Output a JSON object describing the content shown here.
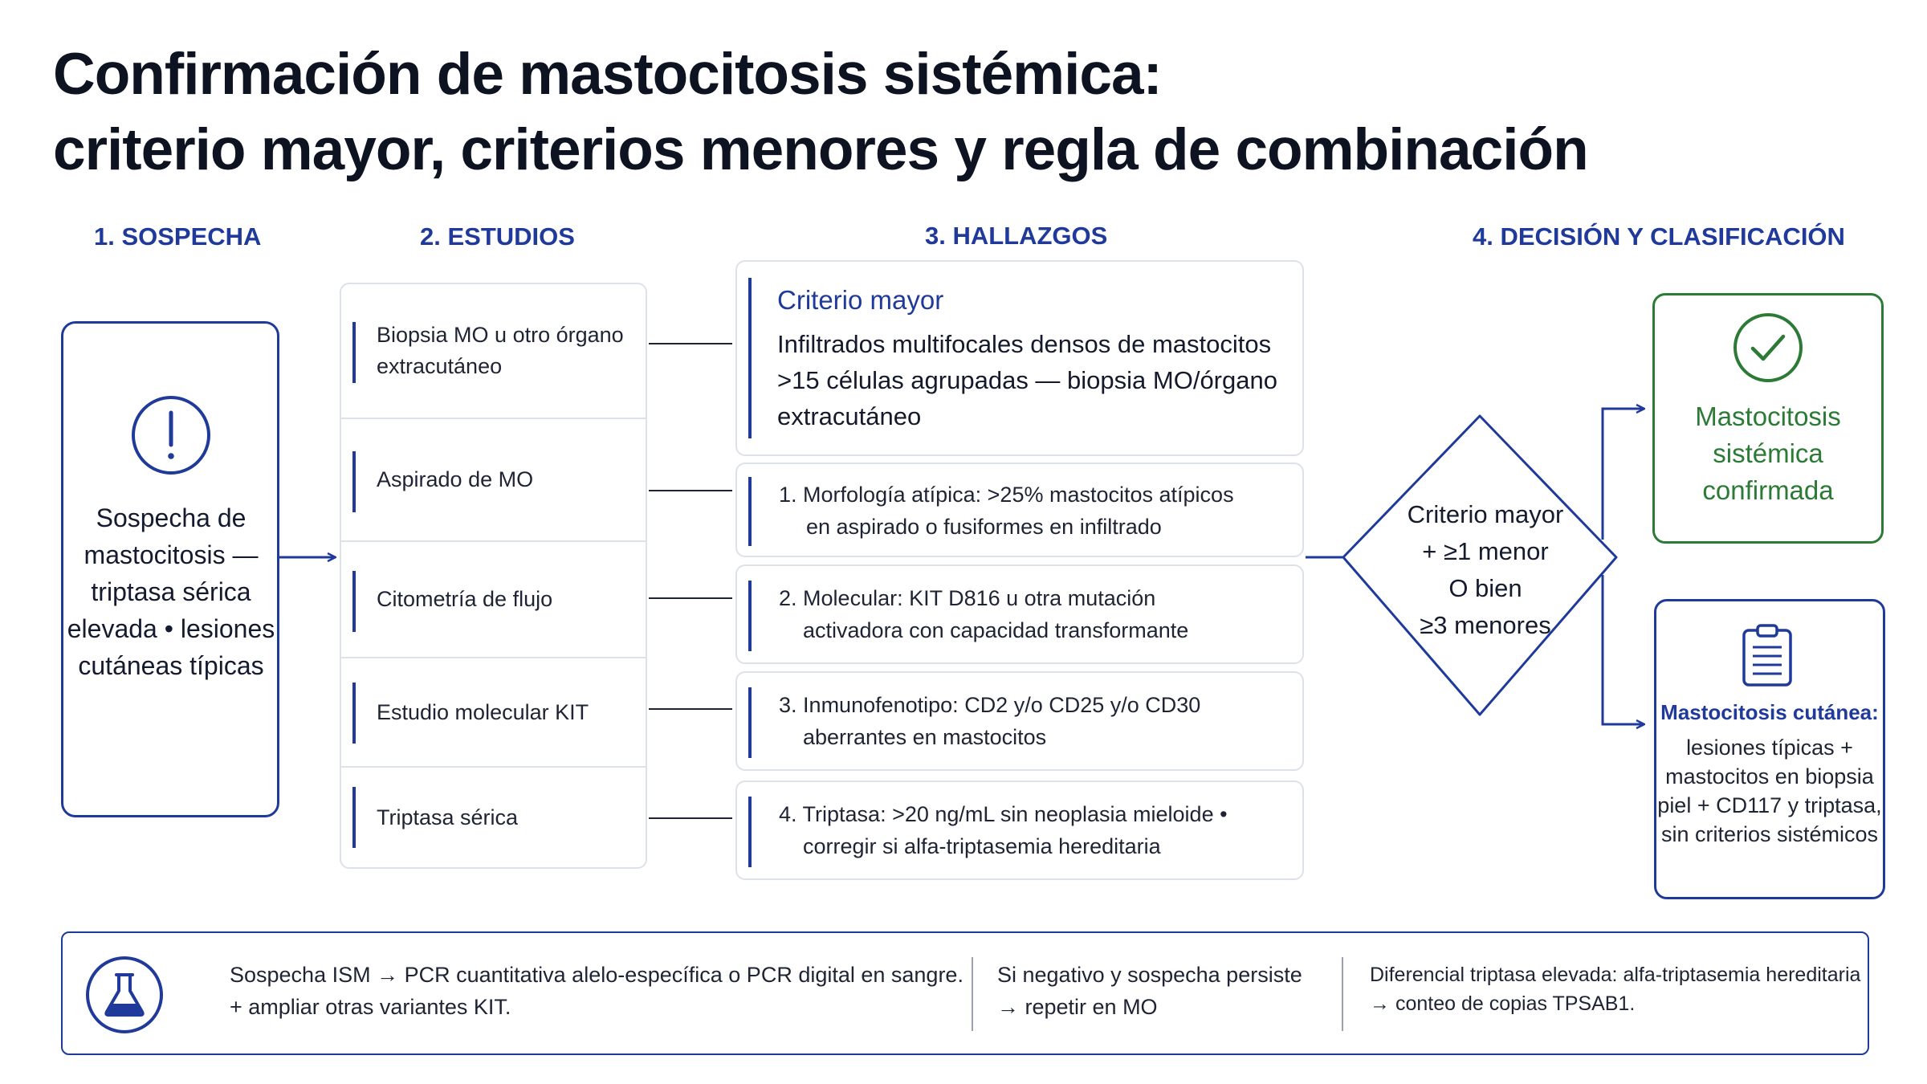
{
  "title": {
    "line1": "Confirmación de mastocitosis sistémica:",
    "line2": "criterio mayor, criterios menores y regla de combinación"
  },
  "columns": {
    "suspicion": "1. SOSPECHA",
    "studies": "2. ESTUDIOS",
    "findings": "3. HALLAZGOS",
    "decision": "4. DECISIÓN Y CLASIFICACIÓN"
  },
  "suspicion": {
    "icon": "alert-circle-icon",
    "text": "Sospecha de mastocitosis — triptasa sérica elevada • lesiones cutáneas típicas"
  },
  "studies": [
    {
      "label": "Biopsia MO u otro órgano extracutáneo"
    },
    {
      "label": "Aspirado de MO"
    },
    {
      "label": "Citometría de flujo"
    },
    {
      "label": "Estudio molecular KIT"
    },
    {
      "label": "Triptasa sérica"
    }
  ],
  "major": {
    "heading": "Criterio mayor",
    "text": "Infiltrados multifocales densos de mastocitos >15 células agrupadas — biopsia MO/órgano extracutáneo"
  },
  "minors": [
    {
      "number": "1.",
      "text": "Morfología atípica: >25% mastocitos atípicos",
      "text2": "en aspirado o fusiformes en infiltrado"
    },
    {
      "number": "2.",
      "text": "Molecular: KIT D816 u otra mutación",
      "text2": "activadora con capacidad transformante"
    },
    {
      "number": "3.",
      "text": "Inmunofenotipo: CD2 y/o CD25 y/o CD30",
      "text2": "aberrantes en mastocitos"
    },
    {
      "number": "4.",
      "text": "Triptasa: >20 ng/mL sin neoplasia mieloide •",
      "text2": "corregir si alfa-triptasemia hereditaria"
    }
  ],
  "decision": {
    "rule": [
      "Criterio mayor",
      "+ ≥1 menor",
      "O bien",
      "≥3 menores"
    ],
    "confirmed": {
      "icon": "check-circle-icon",
      "text": "Mastocitosis sistémica confirmada",
      "color": "#2b7a35"
    },
    "cutaneous": {
      "icon": "clipboard-icon",
      "title": "Mastocitosis cutánea:",
      "text": "lesiones típicas + mastocitos en biopsia piel + CD117 y triptasa, sin criterios sistémicos"
    }
  },
  "footer": {
    "icon": "flask-icon",
    "notes": [
      {
        "line1": "Sospecha ISM → PCR cuantitativa alelo-específica o PCR digital en sangre.",
        "line2": "+ ampliar otras variantes KIT."
      },
      {
        "line1": "Si negativo y sospecha persiste",
        "line2": "→ repetir en MO"
      },
      {
        "line1": "Diferencial triptasa elevada: alfa-triptasemia hereditaria",
        "line2": "→ conteo de copias TPSAB1."
      }
    ]
  },
  "colors": {
    "accent": "#1f3a9a",
    "confirmed": "#2b7a35",
    "card_border": "#dde1e8",
    "title": "#0e1322"
  }
}
